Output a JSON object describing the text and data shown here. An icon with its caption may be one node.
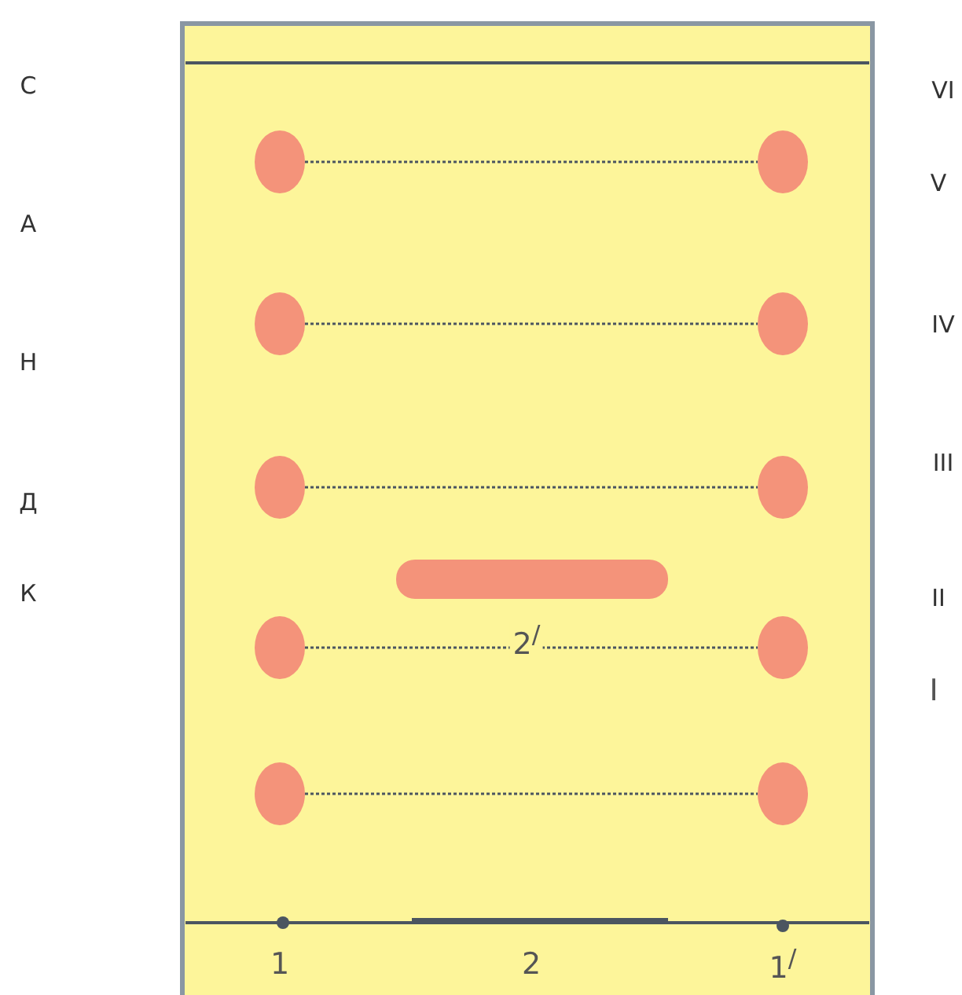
{
  "diagram": {
    "nodes": [
      {
        "text": [],
        "shape": "circle"
      },
      {
        "text": [],
        "shape": "circle"
      },
      {
        "text": [],
        "shape": "circle"
      },
      {
        "text": [],
        "shape": "circle"
      },
      {
        "text": [],
        "shape": "circle"
      },
      {
        "text": [],
        "shape": "circle"
      },
      {
        "text": [],
        "shape": "bar"
      },
      {
        "text": [],
        "shape": "circle"
      },
      {
        "text": [],
        "shape": "circle"
      },
      {
        "text": [],
        "shape": "circle"
      },
      {
        "text": [],
        "shape": "circle"
      }
    ],
    "edges": [
      {
        "from": 0,
        "to": 1,
        "arrow": "none",
        "style": "dashed"
      },
      {
        "from": 2,
        "to": 3,
        "arrow": "none",
        "style": "dashed"
      },
      {
        "from": 4,
        "to": 5,
        "arrow": "none",
        "style": "dashed"
      },
      {
        "from": 7,
        "to": 8,
        "arrow": "none",
        "style": "dashed"
      },
      {
        "from": 9,
        "to": 10,
        "arrow": "none",
        "style": "dashed"
      }
    ],
    "labels": [
      "С",
      "VI",
      "V",
      "А",
      "IV",
      "Н",
      "III",
      "Д",
      "К",
      "II",
      "2$^{/}$",
      "I",
      "1",
      "2",
      "1$^{/}$"
    ]
  }
}
